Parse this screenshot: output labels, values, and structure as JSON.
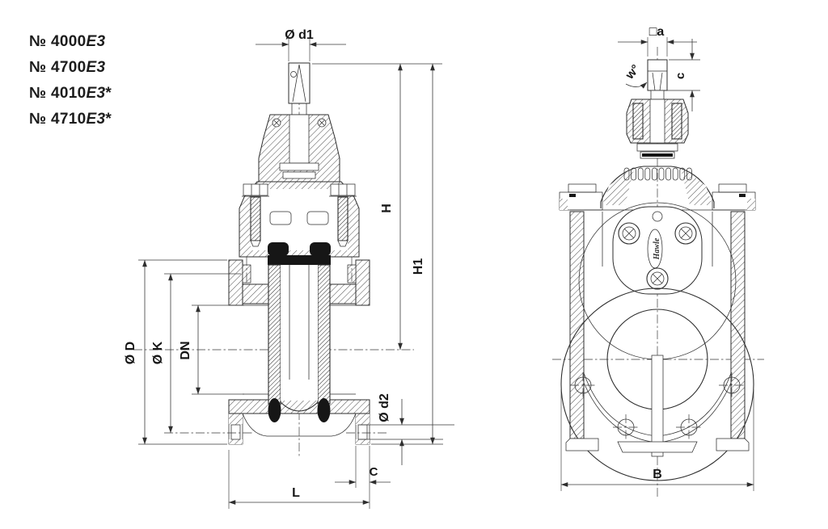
{
  "models": [
    {
      "no": "№ 4000",
      "code": "E3",
      "star": ""
    },
    {
      "no": "№ 4700",
      "code": "E3",
      "star": ""
    },
    {
      "no": "№ 4010",
      "code": "E3",
      "star": "*"
    },
    {
      "no": "№ 4710",
      "code": "E3",
      "star": "*"
    }
  ],
  "front_view": {
    "dims": {
      "d1": "Ø d1",
      "H": "H",
      "H1": "H1",
      "D": "Ø D",
      "K": "Ø K",
      "DN": "DN",
      "d2": "Ø d2",
      "C": "C",
      "L": "L"
    }
  },
  "side_view": {
    "dims": {
      "a": "□a",
      "w": "w°",
      "c": "c",
      "B": "B"
    },
    "logo": "Hawle"
  },
  "colors": {
    "line": "#2e2e2e",
    "background": "#ffffff"
  }
}
